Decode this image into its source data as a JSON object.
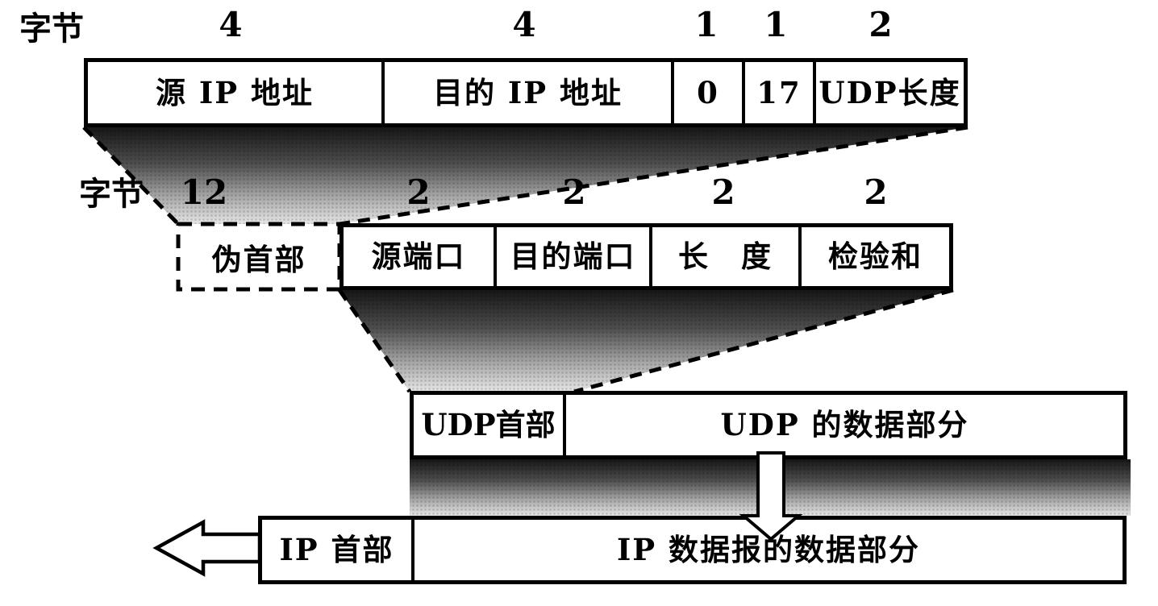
{
  "figure_type": "UDP datagram encapsulation diagram",
  "byte_labels": {
    "row1": "字节",
    "row2": "字节"
  },
  "pseudo_header_row": {
    "cells": [
      {
        "label": "源 IP 地址",
        "bytes": "4"
      },
      {
        "label": "目的 IP 地址",
        "bytes": "4"
      },
      {
        "label": "0",
        "bytes": "1"
      },
      {
        "label": "17",
        "bytes": "1"
      },
      {
        "label": "UDP长度",
        "bytes": "2"
      }
    ]
  },
  "udp_header_row": {
    "pseudo_cell": {
      "label": "伪首部",
      "bytes": "12"
    },
    "cells": [
      {
        "label": "源端口",
        "bytes": "2"
      },
      {
        "label": "目的端口",
        "bytes": "2"
      },
      {
        "label": "长　度",
        "bytes": "2"
      },
      {
        "label": "检验和",
        "bytes": "2"
      }
    ]
  },
  "udp_datagram_row": {
    "cells": [
      {
        "label": "UDP首部"
      },
      {
        "label": "UDP 的数据部分"
      }
    ]
  },
  "ip_datagram_row": {
    "cells": [
      {
        "label": "IP 首部"
      },
      {
        "label": "IP 数据报的数据部分"
      }
    ]
  },
  "colors": {
    "ink": "#000000",
    "paper": "#ffffff",
    "gradient_top": "#161616",
    "gradient_bottom": "#e6e6e6"
  }
}
